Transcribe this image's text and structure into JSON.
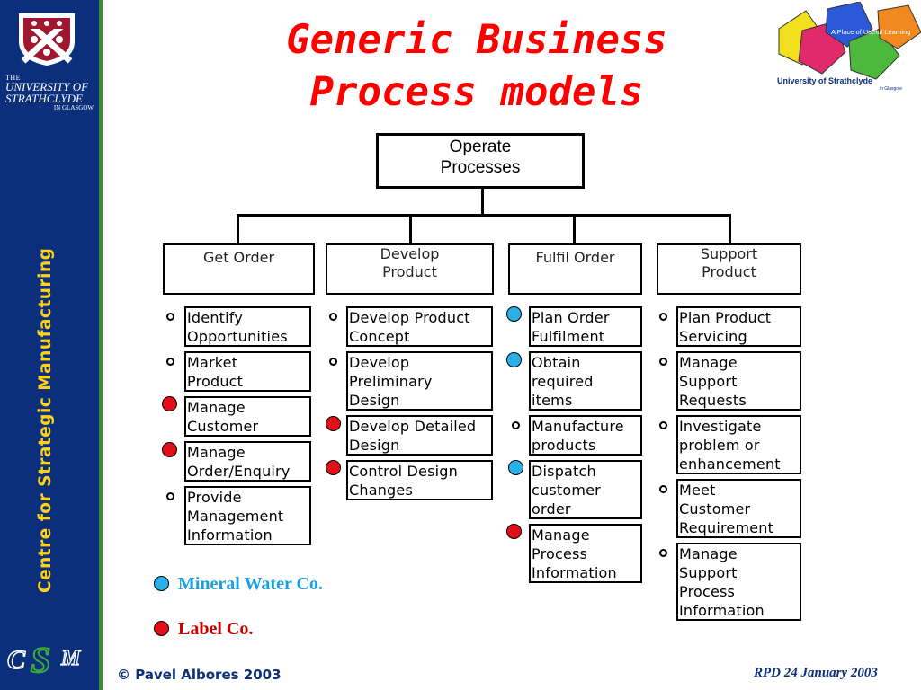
{
  "title_line1": "Generic Business",
  "title_line2": "Process models",
  "sidebar": {
    "uni_the": "THE",
    "uni_university": "UNIVERSITY OF",
    "uni_strathclyde": "STRATHCLYDE",
    "uni_glasgow": "IN GLASGOW",
    "vertical_caption": "Centre for Strategic Manufacturing",
    "csm_logo": "CSM"
  },
  "top_logo": {
    "tagline": "A Place of Useful Learning",
    "name": "University of Strathclyde",
    "sub": "in Glasgow"
  },
  "root": {
    "line1": "Operate",
    "line2": "Processes"
  },
  "categories": [
    {
      "line1": "Get Order",
      "line2": ""
    },
    {
      "line1": "Develop",
      "line2": "Product"
    },
    {
      "line1": "Fulfil Order",
      "line2": ""
    },
    {
      "line1": "Support",
      "line2": "Product"
    }
  ],
  "columns": [
    [
      {
        "lines": [
          "Identify",
          "Opportunities"
        ],
        "marker": "none"
      },
      {
        "lines": [
          "Market",
          "Product"
        ],
        "marker": "none"
      },
      {
        "lines": [
          "Manage",
          "Customer"
        ],
        "marker": "label"
      },
      {
        "lines": [
          "Manage",
          "Order/Enquiry"
        ],
        "marker": "label"
      },
      {
        "lines": [
          "Provide",
          "Management",
          "Information"
        ],
        "marker": "none"
      }
    ],
    [
      {
        "lines": [
          "Develop Product",
          "Concept"
        ],
        "marker": "none"
      },
      {
        "lines": [
          "Develop",
          "Preliminary",
          "Design"
        ],
        "marker": "none"
      },
      {
        "lines": [
          "Develop Detailed",
          "Design"
        ],
        "marker": "label"
      },
      {
        "lines": [
          "Control Design",
          "Changes"
        ],
        "marker": "label"
      }
    ],
    [
      {
        "lines": [
          "Plan Order",
          "Fulfilment"
        ],
        "marker": "water"
      },
      {
        "lines": [
          "Obtain",
          "required",
          "items"
        ],
        "marker": "water"
      },
      {
        "lines": [
          "Manufacture",
          "products"
        ],
        "marker": "none"
      },
      {
        "lines": [
          "Dispatch",
          "customer",
          "order"
        ],
        "marker": "water"
      },
      {
        "lines": [
          "Manage",
          "Process",
          "Information"
        ],
        "marker": "label"
      }
    ],
    [
      {
        "lines": [
          "Plan Product",
          "Servicing"
        ],
        "marker": "none"
      },
      {
        "lines": [
          "Manage",
          "Support",
          "Requests"
        ],
        "marker": "none"
      },
      {
        "lines": [
          "Investigate",
          "problem or",
          "enhancement"
        ],
        "marker": "none"
      },
      {
        "lines": [
          "Meet",
          "Customer",
          "Requirement"
        ],
        "marker": "none"
      },
      {
        "lines": [
          "Manage",
          "Support",
          "Process",
          "Information"
        ],
        "marker": "none"
      }
    ]
  ],
  "legend": [
    {
      "label": "Mineral Water Co.",
      "color": "#2ab0e8",
      "text_color": "#1aa0e0"
    },
    {
      "label": "Label Co.",
      "color": "#e0101a",
      "text_color": "#cc0000"
    }
  ],
  "footer": {
    "copyright_symbol": "©",
    "author": "Pavel Albores 2003",
    "date": "RPD 24 January 2003"
  },
  "colors": {
    "sidebar": "#0b2f7a",
    "title": "#ff0000",
    "caption": "#ffd21a",
    "mineral_water": "#2ab0e8",
    "label_co": "#e0101a"
  }
}
